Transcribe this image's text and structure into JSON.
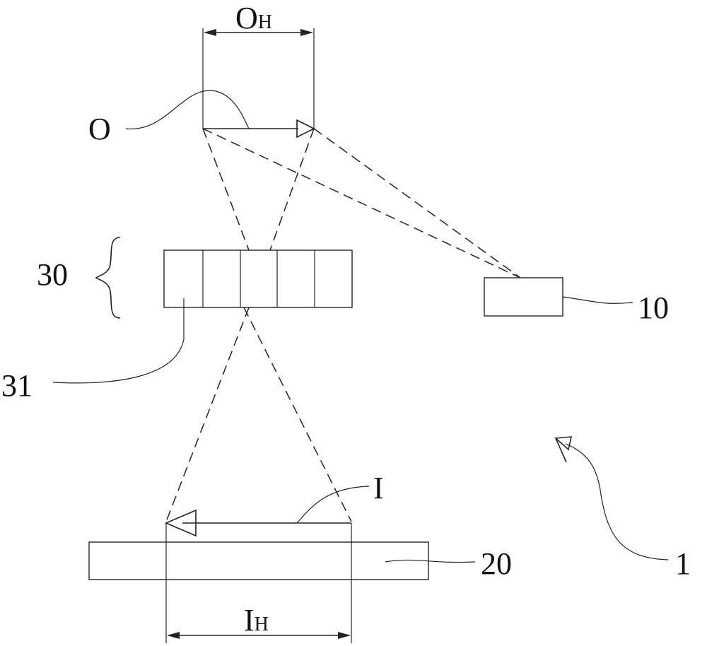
{
  "labels": {
    "object": "O",
    "object_height_main": "O",
    "object_height_sub": "H",
    "image": "I",
    "image_height_main": "I",
    "image_height_sub": "H",
    "lens_array": "30",
    "lens_element": "31",
    "projector": "10",
    "screen": "20",
    "system": "1"
  },
  "colors": {
    "line": "#222222",
    "background": "#ffffff"
  },
  "lens_array_segments": 5
}
